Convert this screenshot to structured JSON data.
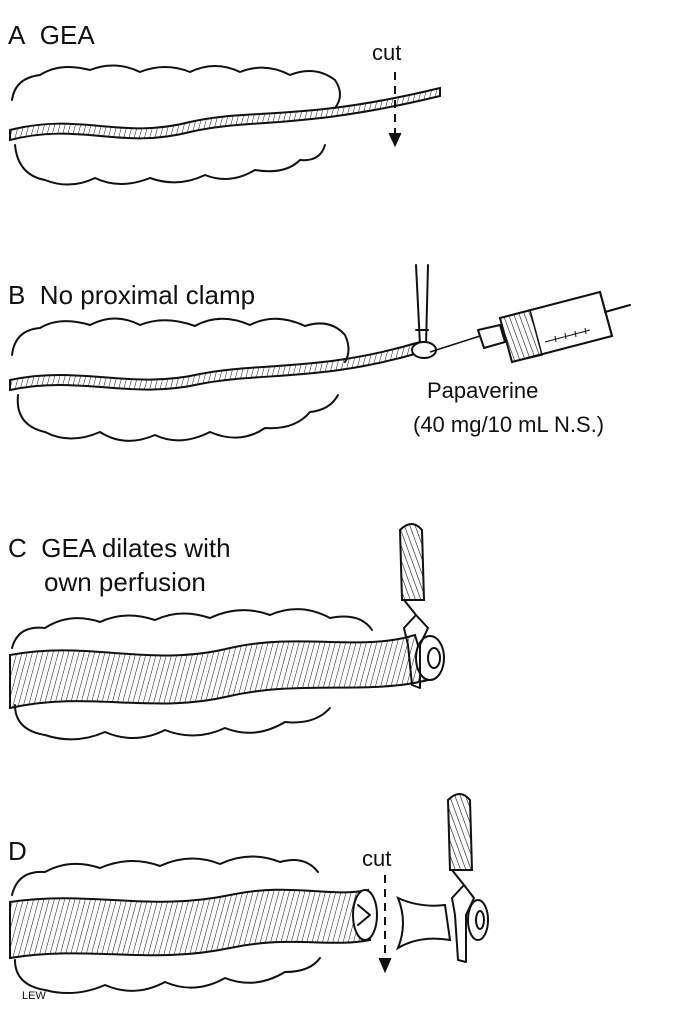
{
  "panels": [
    {
      "letter": "A",
      "title": "GEA",
      "cut": "cut"
    },
    {
      "letter": "B",
      "title": "No proximal clamp",
      "drug": "Papaverine",
      "dose": "(40 mg/10 mL N.S.)"
    },
    {
      "letter": "C",
      "title_line1": "GEA dilates with",
      "title_line2": "own perfusion"
    },
    {
      "letter": "D",
      "cut": "cut"
    }
  ],
  "signature": "LEW"
}
